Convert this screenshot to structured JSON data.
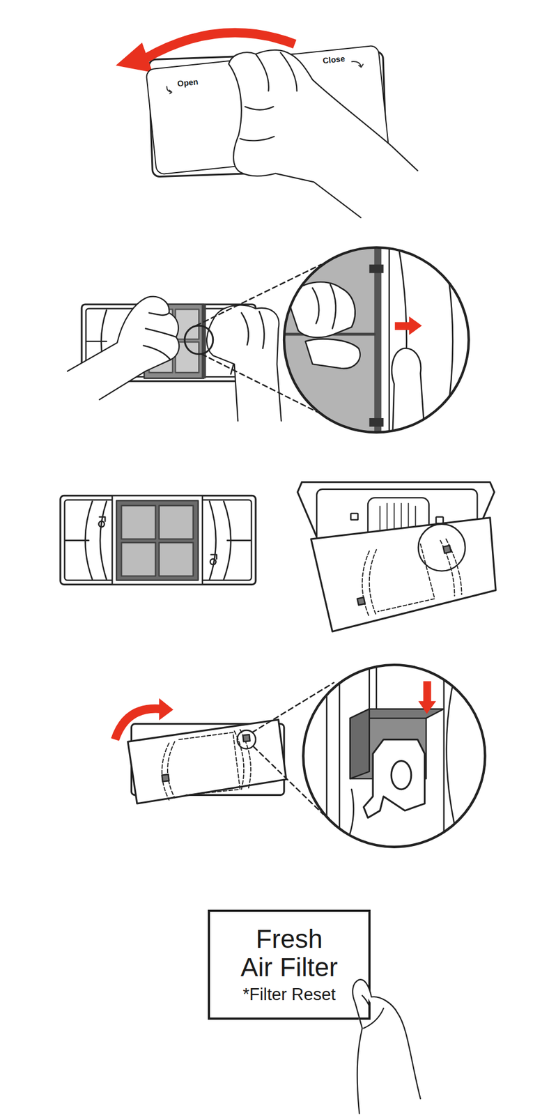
{
  "diagram": {
    "nodes": [
      {
        "text": [
          "Open",
          "Close"
        ]
      },
      {
        "text": [
          "Fresh Air Filter",
          "*Filter Reset"
        ]
      }
    ]
  }
}
